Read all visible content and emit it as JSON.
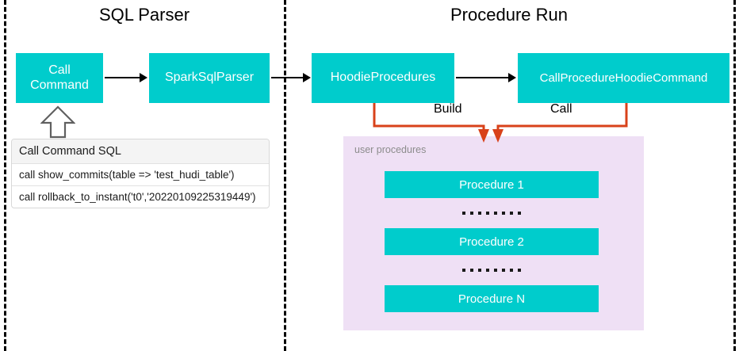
{
  "diagram": {
    "title_left": "SQL Parser",
    "title_right": "Procedure Run",
    "colors": {
      "box_teal": "#00CCCC",
      "panel_purple": "#EFE0F5",
      "connector_orange": "#D8421A",
      "arrow_black": "#000000",
      "divider_black": "#000000"
    }
  },
  "sql_parser": {
    "boxes": [
      {
        "label": "Call\nCommand"
      },
      {
        "label": "SparkSqlParser"
      }
    ],
    "sql_table": {
      "header": "Call Command SQL",
      "rows": [
        "call show_commits(table => 'test_hudi_table')",
        "call rollback_to_instant('t0','20220109225319449')"
      ]
    }
  },
  "procedure_run": {
    "boxes": [
      {
        "label": "HoodieProcedures"
      },
      {
        "label": "CallProcedureHoodieCommand"
      }
    ],
    "connector_labels": {
      "build": "Build",
      "call": "Call"
    },
    "panel": {
      "label": "user procedures",
      "procedures": [
        {
          "label": "Procedure 1"
        },
        {
          "label": "Procedure 2"
        },
        {
          "label": "Procedure N"
        }
      ],
      "ellipsis_dot_count": 8
    }
  }
}
